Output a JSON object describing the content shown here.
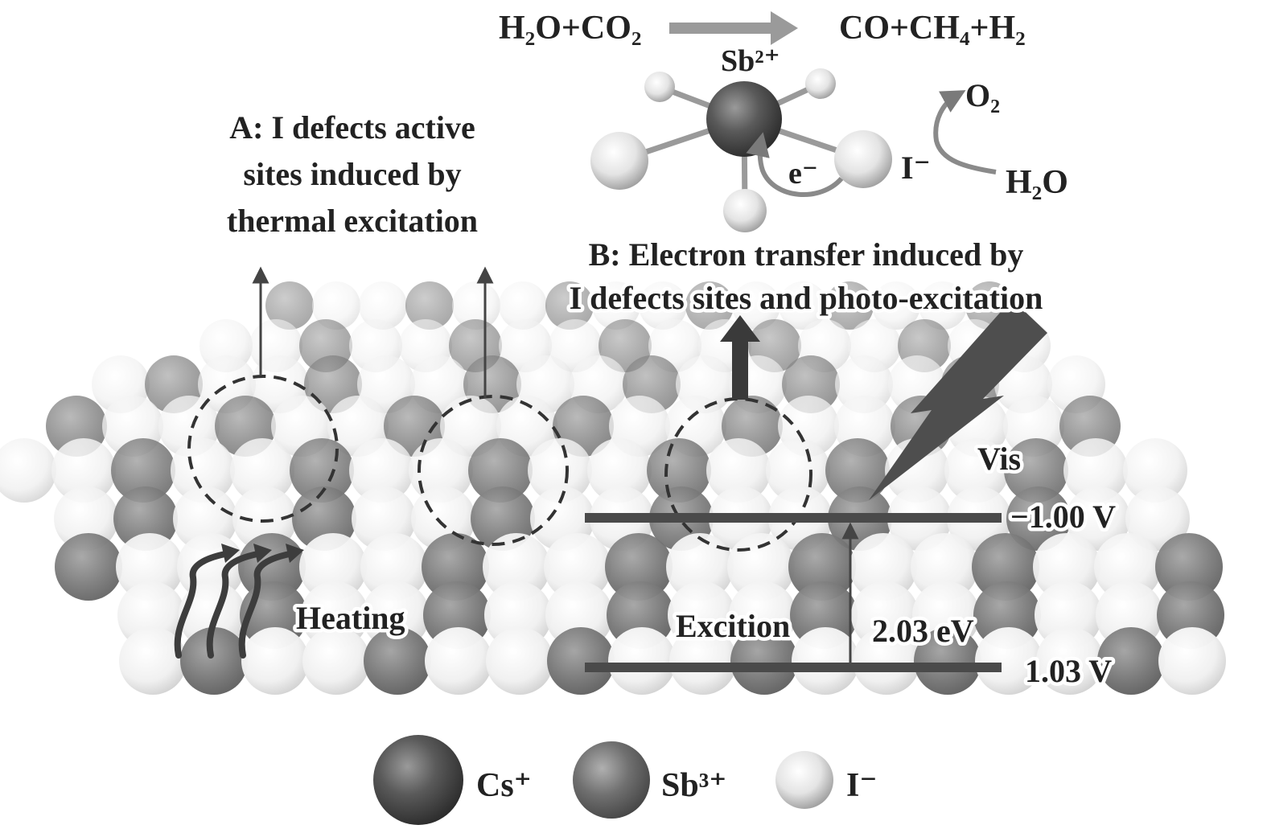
{
  "reaction": {
    "reactants": "H₂O+CO₂",
    "products": "CO+CH₄+H₂"
  },
  "cluster": {
    "center_label": "Sb²⁺",
    "electron_label": "e⁻",
    "iodide_label": "I⁻",
    "o2_label": "O₂",
    "h2o_label": "H₂O"
  },
  "annotation_a": {
    "line1": "A: I defects active",
    "line2": "sites induced by",
    "line3": "thermal excitation"
  },
  "annotation_b": {
    "line1": "B: Electron transfer induced by",
    "line2": "I defects sites and photo-excitation"
  },
  "energy": {
    "light_label": "Vis",
    "cb_potential": "−1.00 V",
    "vb_potential": "1.03 V",
    "bandgap": "2.03 eV",
    "excitation_label": "Excition",
    "heating_label": "Heating"
  },
  "legend": [
    {
      "label": "Cs⁺",
      "color": "#2e2e2e"
    },
    {
      "label": "Sb³⁺",
      "color": "#4f4f4f"
    },
    {
      "label": "I⁻",
      "color": "#d8d8d8"
    }
  ],
  "colors": {
    "text": "#222222",
    "band_line": "#4a4a4a",
    "arrow": "#444444",
    "lattice_dark": "#6e6e6e",
    "lattice_light": "#eeeeee"
  }
}
